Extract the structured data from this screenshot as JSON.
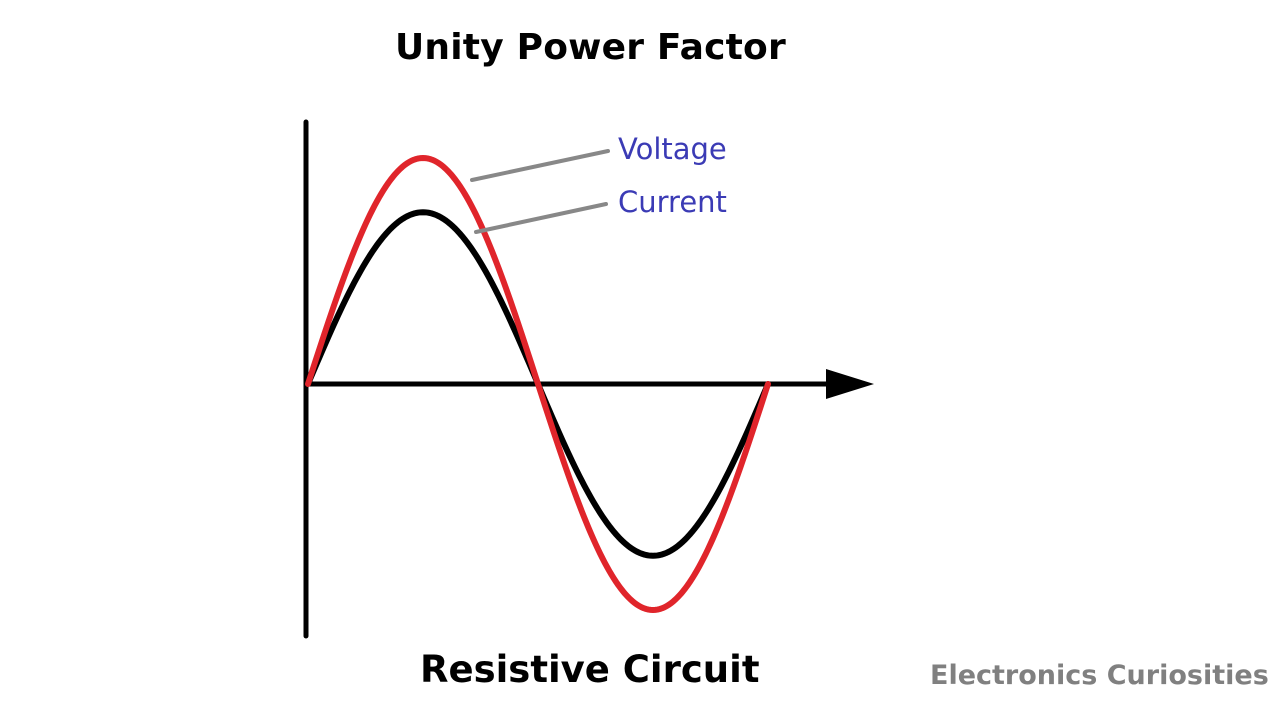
{
  "title": "Unity Power Factor",
  "subtitle": "Resistive Circuit",
  "watermark": "Electronics Curiosities",
  "labels": {
    "voltage": "Voltage",
    "current": "Current"
  },
  "colors": {
    "voltage_wave": "#e0252b",
    "current_wave": "#000000",
    "label_text": "#3b3bb5",
    "leader_line": "#888888",
    "axis": "#000000",
    "watermark": "#808080"
  },
  "waves": {
    "voltage": {
      "relative_amplitude": 1.0
    },
    "current": {
      "relative_amplitude": 0.76,
      "phase_shift_deg": 0
    }
  }
}
